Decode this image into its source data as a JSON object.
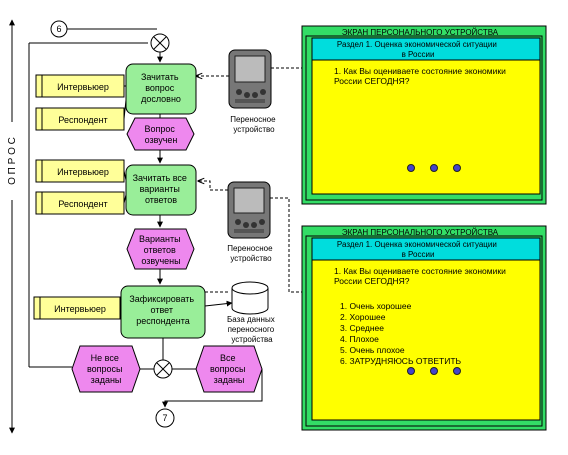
{
  "side_label": "О П Р О С",
  "connector_top": "6",
  "connector_bottom": "7",
  "roles": {
    "interviewer": "Интервьюер",
    "respondent": "Респондент"
  },
  "functions": {
    "read_question": [
      "Зачитать",
      "вопрос",
      "дословно"
    ],
    "read_options": [
      "Зачитать все",
      "варианты",
      "ответов"
    ],
    "record_answer": [
      "Зафиксировать",
      "ответ",
      "респондента"
    ]
  },
  "events": {
    "question_voiced": [
      "Вопрос",
      "озвучен"
    ],
    "options_voiced": [
      "Варианты",
      "ответов",
      "озвучены"
    ],
    "not_all_asked": [
      "Не все",
      "вопросы",
      "заданы"
    ],
    "all_asked": [
      "Все",
      "вопросы",
      "заданы"
    ]
  },
  "devices": {
    "label": [
      "Переносное",
      "устройство"
    ],
    "database": [
      "База данных",
      "переносного",
      "устройства"
    ]
  },
  "screen1": {
    "header": "ЭКРАН ПЕРСОНАЛЬНОГО УСТРОЙСТВА",
    "section": [
      "Раздел 1. Оценка экономической ситуации",
      "в России"
    ],
    "question": [
      "1. Как Вы оцениваете состояние экономики",
      "России СЕГОДНЯ?"
    ]
  },
  "screen2": {
    "header": "ЭКРАН ПЕРСОНАЛЬНОГО УСТРОЙСТВА",
    "section": [
      "Раздел 1. Оценка экономической ситуации",
      "в России"
    ],
    "question": [
      "1. Как Вы оцениваете состояние экономики",
      "России СЕГОДНЯ?"
    ],
    "options": [
      "1. Очень хорошее",
      "2. Хорошее",
      "3. Среднее",
      "4. Плохое",
      "5. Очень плохое",
      "6. ЗАТРУДНЯЮСЬ ОТВЕТИТЬ"
    ]
  },
  "colors": {
    "function_fill": "#99ee99",
    "event_fill": "#ee88ee",
    "role_fill": "#ffff99",
    "screen_outer": "#33dd66",
    "screen_header": "#00dddd",
    "screen_body": "#ffff00",
    "dot_fill": "#4444cc"
  }
}
